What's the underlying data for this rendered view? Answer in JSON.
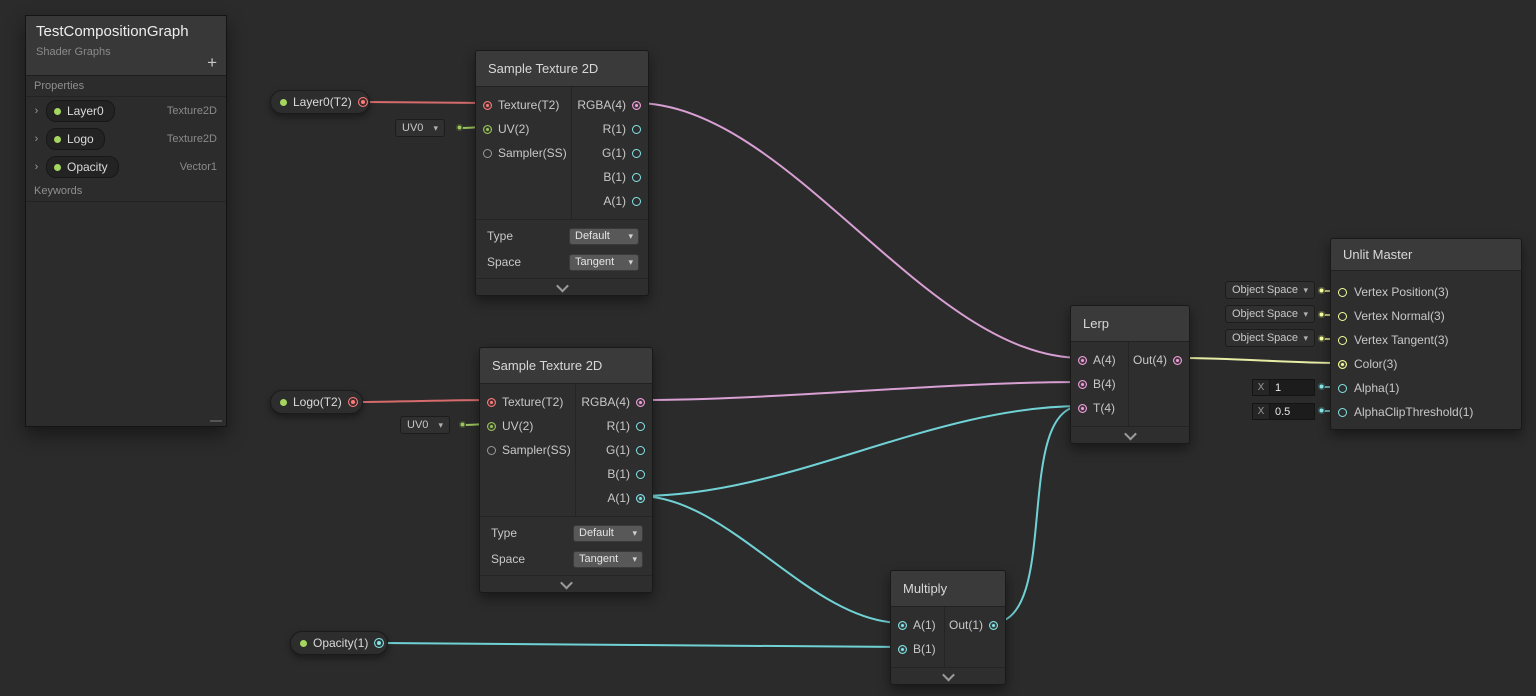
{
  "colors": {
    "background": "#2B2B2B",
    "edge_texture": "#D66B6B",
    "edge_vector4": "#D9A0D4",
    "edge_vector1": "#71D2D6",
    "edge_vector2": "#9CC55F",
    "edge_vector3": "#E8EDA6",
    "port_texture": "#FF7B7B",
    "port_vector1": "#84E4E7",
    "port_vector2": "#9CC55F",
    "port_vector3": "#F6FF9A",
    "port_vector4": "#F0A0DC",
    "port_sampler": "#9A9A9A",
    "property_dot_green": "#A5D65F"
  },
  "icons": {
    "caret": "▾",
    "expander": "›",
    "add": "+"
  },
  "blackboard": {
    "title": "TestCompositionGraph",
    "subtitle": "Shader Graphs",
    "add_label": "+",
    "properties_label": "Properties",
    "keywords_label": "Keywords",
    "properties": [
      {
        "name": "Layer0",
        "type": "Texture2D"
      },
      {
        "name": "Logo",
        "type": "Texture2D"
      },
      {
        "name": "Opacity",
        "type": "Vector1"
      }
    ]
  },
  "property_nodes": {
    "layer0": {
      "label": "Layer0(T2)"
    },
    "logo": {
      "label": "Logo(T2)"
    },
    "opacity": {
      "label": "Opacity(1)"
    }
  },
  "uv_widgets": {
    "first": "UV0",
    "second": "UV0"
  },
  "sample1": {
    "title": "Sample Texture 2D",
    "inputs": {
      "texture": "Texture(T2)",
      "uv": "UV(2)",
      "sampler": "Sampler(SS)"
    },
    "outputs": {
      "rgba": "RGBA(4)",
      "r": "R(1)",
      "g": "G(1)",
      "b": "B(1)",
      "a": "A(1)"
    },
    "type_label": "Type",
    "type_value": "Default",
    "space_label": "Space",
    "space_value": "Tangent"
  },
  "sample2": {
    "title": "Sample Texture 2D",
    "inputs": {
      "texture": "Texture(T2)",
      "uv": "UV(2)",
      "sampler": "Sampler(SS)"
    },
    "outputs": {
      "rgba": "RGBA(4)",
      "r": "R(1)",
      "g": "G(1)",
      "b": "B(1)",
      "a": "A(1)"
    },
    "type_label": "Type",
    "type_value": "Default",
    "space_label": "Space",
    "space_value": "Tangent"
  },
  "lerp": {
    "title": "Lerp",
    "a": "A(4)",
    "b": "B(4)",
    "t": "T(4)",
    "out": "Out(4)"
  },
  "multiply": {
    "title": "Multiply",
    "a": "A(1)",
    "b": "B(1)",
    "out": "Out(1)"
  },
  "master": {
    "title": "Unlit Master",
    "ports": {
      "position": "Vertex Position(3)",
      "normal": "Vertex Normal(3)",
      "tangent": "Vertex Tangent(3)",
      "color": "Color(3)",
      "alpha": "Alpha(1)",
      "clip": "AlphaClipThreshold(1)"
    },
    "space_value": "Object Space",
    "alpha_field": {
      "label": "X",
      "value": "1"
    },
    "clip_field": {
      "label": "X",
      "value": "0.5"
    }
  }
}
